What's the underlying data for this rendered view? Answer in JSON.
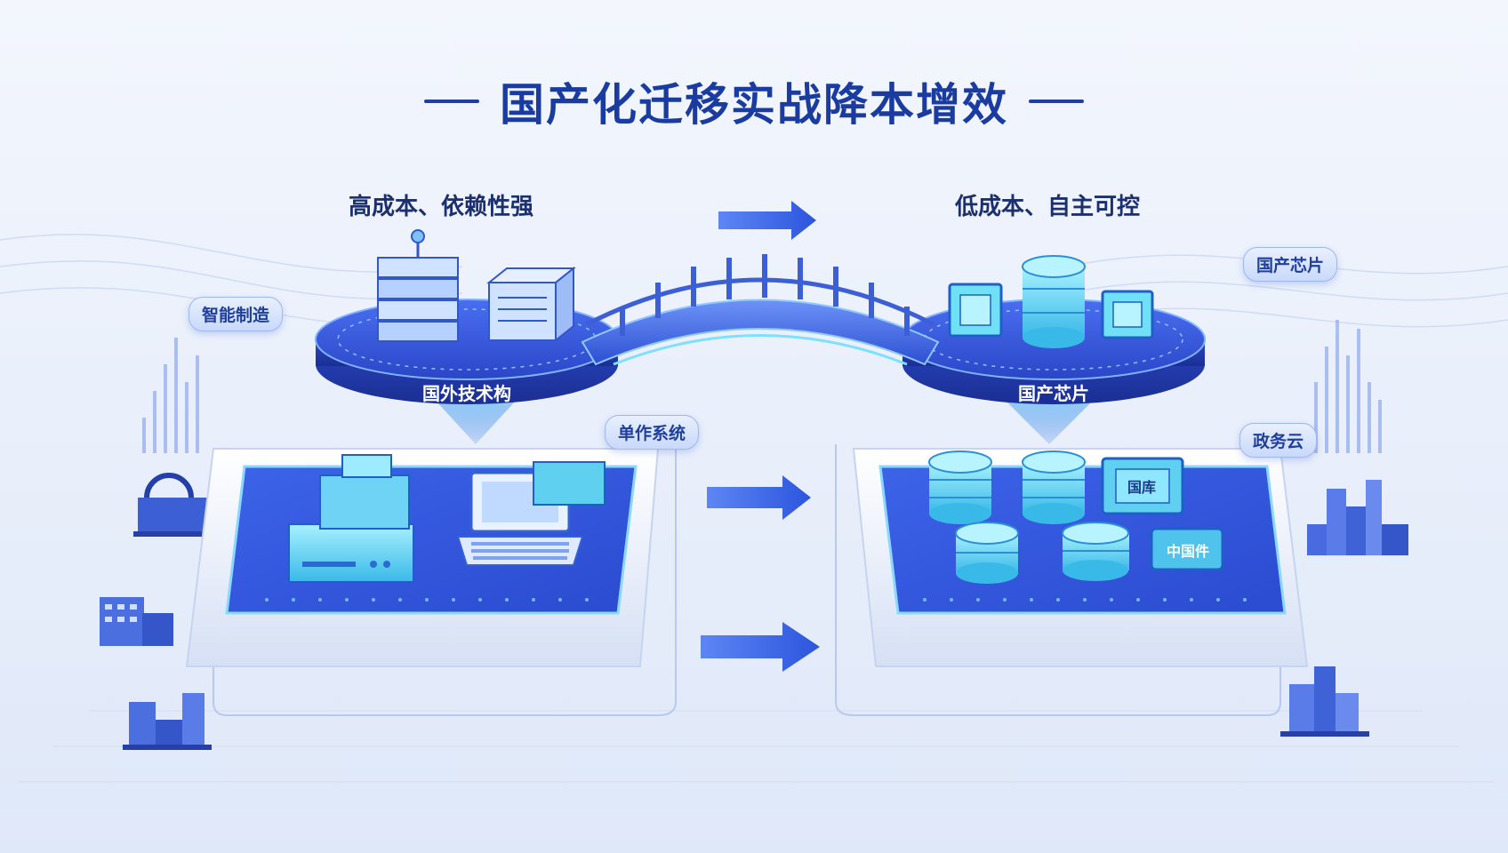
{
  "title": "国产化迁移实战降本增效",
  "left_caption": "高成本、依赖性强",
  "right_caption": "低成本、自主可控",
  "left_platform_label": "国外技术构",
  "right_platform_label": "国产芯片",
  "tags": {
    "smart_manufacturing": "智能制造",
    "single_system": "单作系统",
    "domestic_chip": "国产芯片",
    "gov_cloud": "政务云"
  },
  "right_board": {
    "chip_label_1": "国库",
    "chip_label_2": "中国件"
  },
  "colors": {
    "primary": "#1a3ba0",
    "accent_blue": "#3f67e6",
    "cyan": "#6fe0f6",
    "platform": "#3456d8"
  }
}
